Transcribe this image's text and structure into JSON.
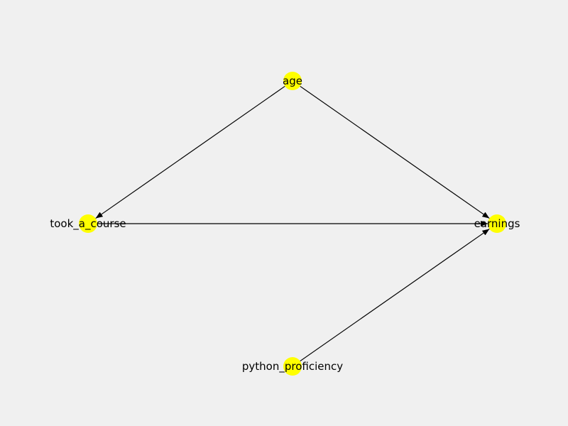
{
  "diagram": {
    "type": "directed-graph",
    "colors": {
      "background": "#f0f0f0",
      "node_fill": "#ffff00",
      "edge": "#000000",
      "label": "#000000"
    },
    "nodes": [
      {
        "id": "age",
        "label": "age"
      },
      {
        "id": "took_a_course",
        "label": "took_a_course"
      },
      {
        "id": "earnings",
        "label": "earnings"
      },
      {
        "id": "python_proficiency",
        "label": "python_proficiency"
      }
    ],
    "edges": [
      {
        "from": "age",
        "to": "took_a_course"
      },
      {
        "from": "age",
        "to": "earnings"
      },
      {
        "from": "took_a_course",
        "to": "earnings"
      },
      {
        "from": "python_proficiency",
        "to": "earnings"
      }
    ]
  }
}
